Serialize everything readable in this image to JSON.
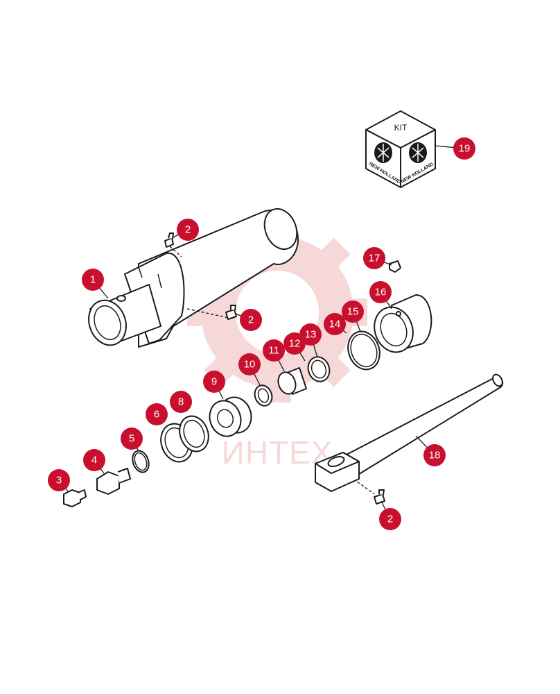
{
  "watermark": {
    "text": "ИНТЕХ",
    "color": "#f2b9b9"
  },
  "kit": {
    "label": "KIT",
    "brand": "NEW HOLLAND"
  },
  "callout_color": "#c8102e",
  "callouts": [
    {
      "id": "c1",
      "label": "1"
    },
    {
      "id": "c2a",
      "label": "2"
    },
    {
      "id": "c2b",
      "label": "2"
    },
    {
      "id": "c2c",
      "label": "2"
    },
    {
      "id": "c3",
      "label": "3"
    },
    {
      "id": "c4",
      "label": "4"
    },
    {
      "id": "c5",
      "label": "5"
    },
    {
      "id": "c6",
      "label": "6"
    },
    {
      "id": "c8",
      "label": "8"
    },
    {
      "id": "c9",
      "label": "9"
    },
    {
      "id": "c10",
      "label": "10"
    },
    {
      "id": "c11",
      "label": "11"
    },
    {
      "id": "c12",
      "label": "12"
    },
    {
      "id": "c13",
      "label": "13"
    },
    {
      "id": "c14",
      "label": "14"
    },
    {
      "id": "c15",
      "label": "15"
    },
    {
      "id": "c16",
      "label": "16"
    },
    {
      "id": "c17",
      "label": "17"
    },
    {
      "id": "c18",
      "label": "18"
    },
    {
      "id": "c19",
      "label": "19"
    }
  ]
}
